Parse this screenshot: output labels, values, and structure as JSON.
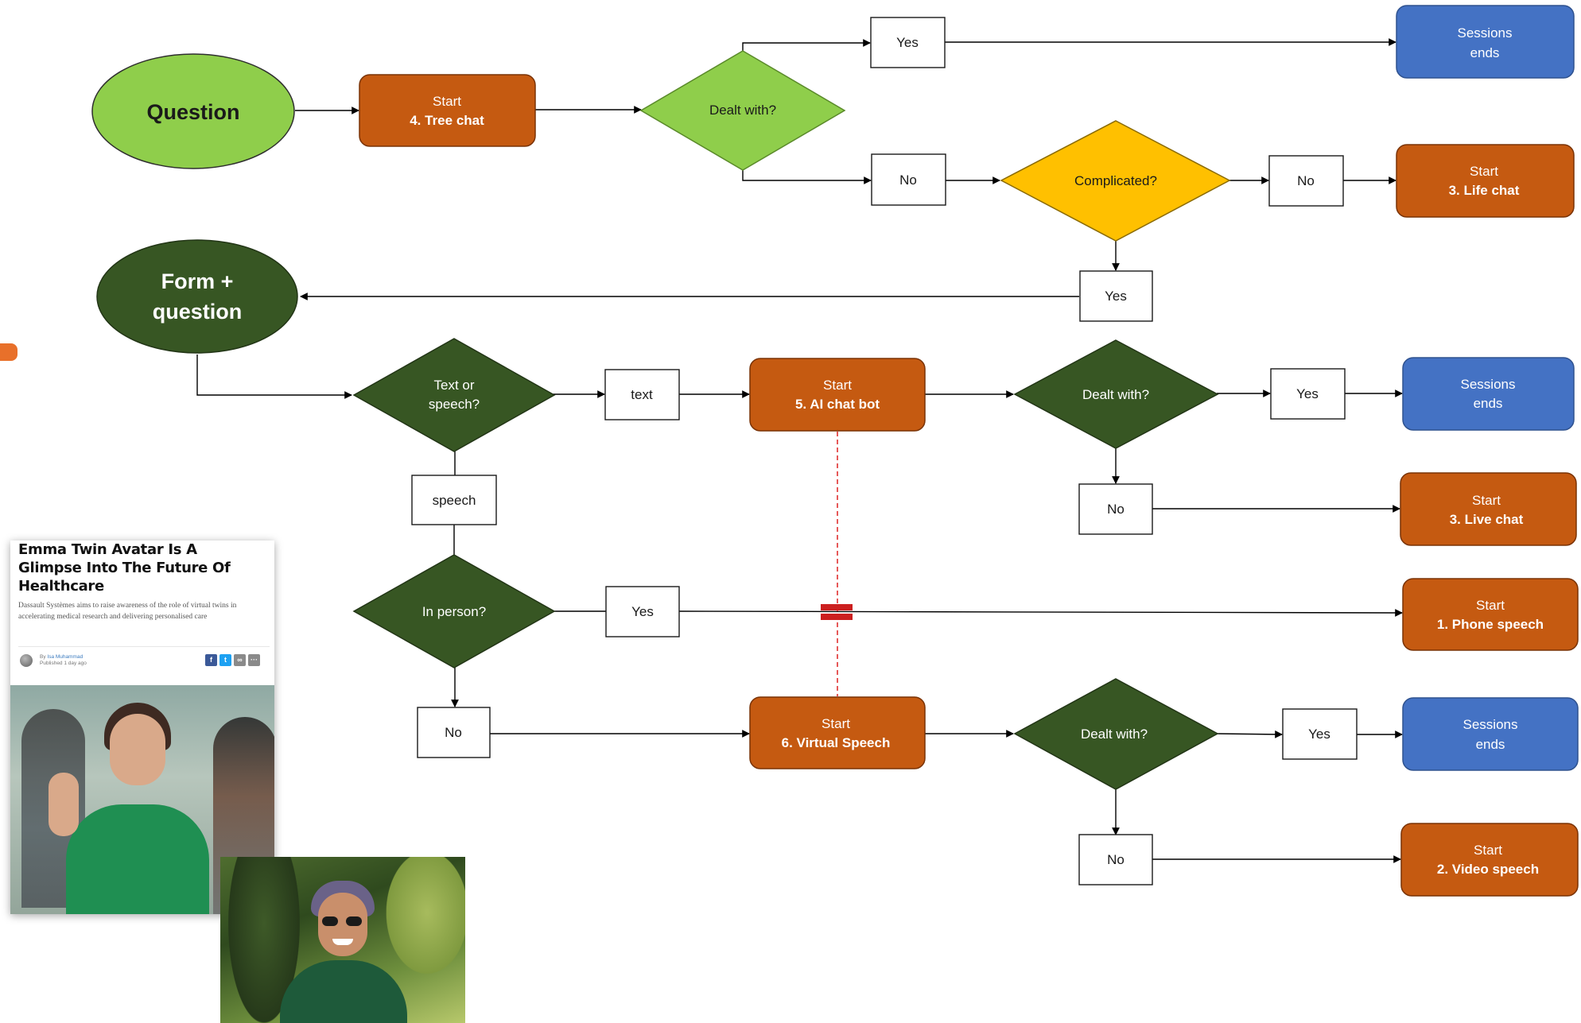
{
  "colors": {
    "light_green": "#8fce4b",
    "dark_green": "#375623",
    "orange": "#c55a11",
    "blue": "#4472c4",
    "yellow": "#ffc000",
    "red_dash": "#e03030",
    "line": "#000000"
  },
  "nodes": {
    "question": {
      "text": "Question"
    },
    "start_tree_chat": {
      "line1": "Start",
      "line2": "4. Tree chat"
    },
    "dealt_with_1": {
      "text": "Dealt with?"
    },
    "yes_1": {
      "text": "Yes"
    },
    "sessions_end_1": {
      "line1": "Sessions",
      "line2": "ends"
    },
    "no_1": {
      "text": "No"
    },
    "complicated": {
      "text": "Complicated?"
    },
    "no_2": {
      "text": "No"
    },
    "start_life_chat": {
      "line1": "Start",
      "line2": "3. Life chat"
    },
    "yes_2": {
      "text": "Yes"
    },
    "form_question": {
      "line1": "Form +",
      "line2": "question"
    },
    "text_or_speech": {
      "line1": "Text or",
      "line2": "speech?"
    },
    "text_label": {
      "text": "text"
    },
    "start_ai_bot": {
      "line1": "Start",
      "line2": "5. AI chat bot"
    },
    "dealt_with_2": {
      "text": "Dealt with?"
    },
    "yes_3": {
      "text": "Yes"
    },
    "sessions_end_2": {
      "line1": "Sessions",
      "line2": "ends"
    },
    "no_3": {
      "text": "No"
    },
    "start_live_chat": {
      "line1": "Start",
      "line2": "3. Live chat"
    },
    "speech_label": {
      "text": "speech"
    },
    "in_person": {
      "text": "In person?"
    },
    "yes_4": {
      "text": "Yes"
    },
    "start_phone_speech": {
      "line1": "Start",
      "line2": "1. Phone speech"
    },
    "no_4": {
      "text": "No"
    },
    "start_virtual_speech": {
      "line1": "Start",
      "line2": "6. Virtual Speech"
    },
    "dealt_with_3": {
      "text": "Dealt with?"
    },
    "yes_5": {
      "text": "Yes"
    },
    "sessions_end_3": {
      "line1": "Sessions",
      "line2": "ends"
    },
    "no_5": {
      "text": "No"
    },
    "start_video_speech": {
      "line1": "Start",
      "line2": "2. Video speech"
    }
  },
  "article": {
    "headline": "Emma Twin Avatar Is A Glimpse Into The Future Of Healthcare",
    "summary": "Dassault Systèmes aims to raise awareness of the role of virtual twins in accelerating medical research and delivering personalised care",
    "by_prefix": "By",
    "author": "Isa Muhammad",
    "published": "Published 1 day ago",
    "share_icons": [
      "facebook-icon",
      "twitter-icon",
      "link-icon",
      "more-icon"
    ]
  }
}
